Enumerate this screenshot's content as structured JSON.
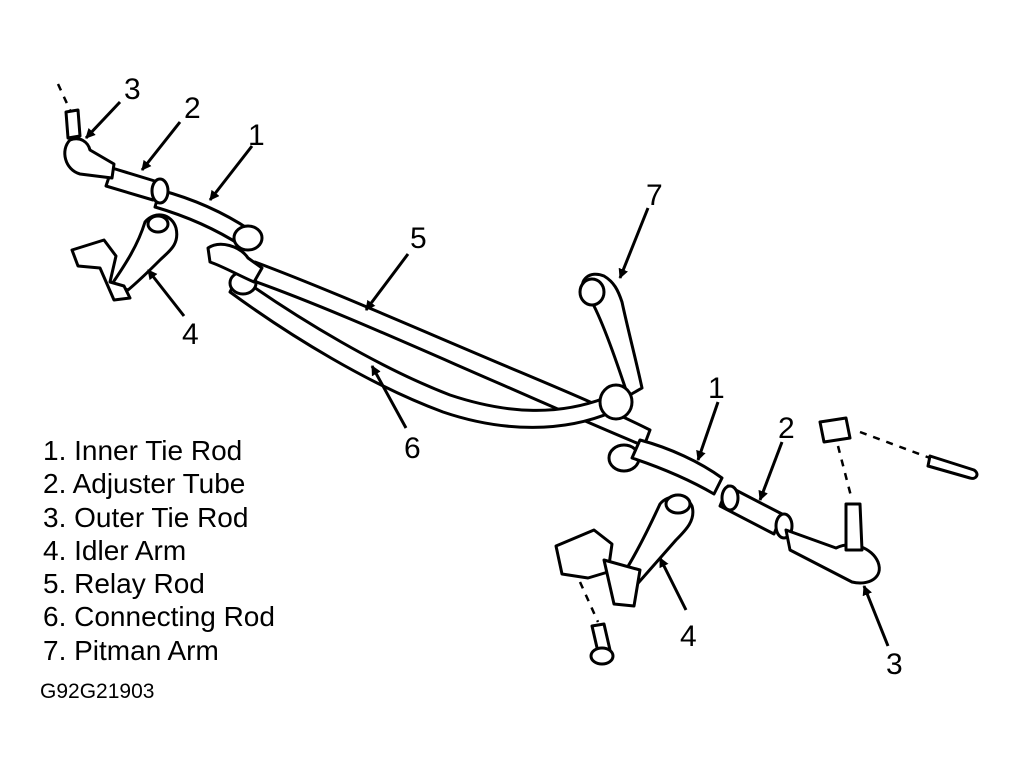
{
  "legend": [
    {
      "number": "1",
      "label": "1. Inner Tie Rod"
    },
    {
      "number": "2",
      "label": "2. Adjuster Tube"
    },
    {
      "number": "3",
      "label": "3. Outer Tie Rod"
    },
    {
      "number": "4",
      "label": "4. Idler Arm"
    },
    {
      "number": "5",
      "label": "5. Relay Rod"
    },
    {
      "number": "6",
      "label": "6. Connecting Rod"
    },
    {
      "number": "7",
      "label": "7. Pitman Arm"
    }
  ],
  "callouts": {
    "left_outer_tie_rod": "3",
    "left_adjuster_tube": "2",
    "left_inner_tie_rod": "1",
    "left_idler_arm": "4",
    "relay_rod": "5",
    "connecting_rod": "6",
    "pitman_arm": "7",
    "right_inner_tie_rod": "1",
    "right_adjuster_tube": "2",
    "right_idler_arm": "4",
    "right_outer_tie_rod": "3"
  },
  "drawing_code": "G92G21903"
}
